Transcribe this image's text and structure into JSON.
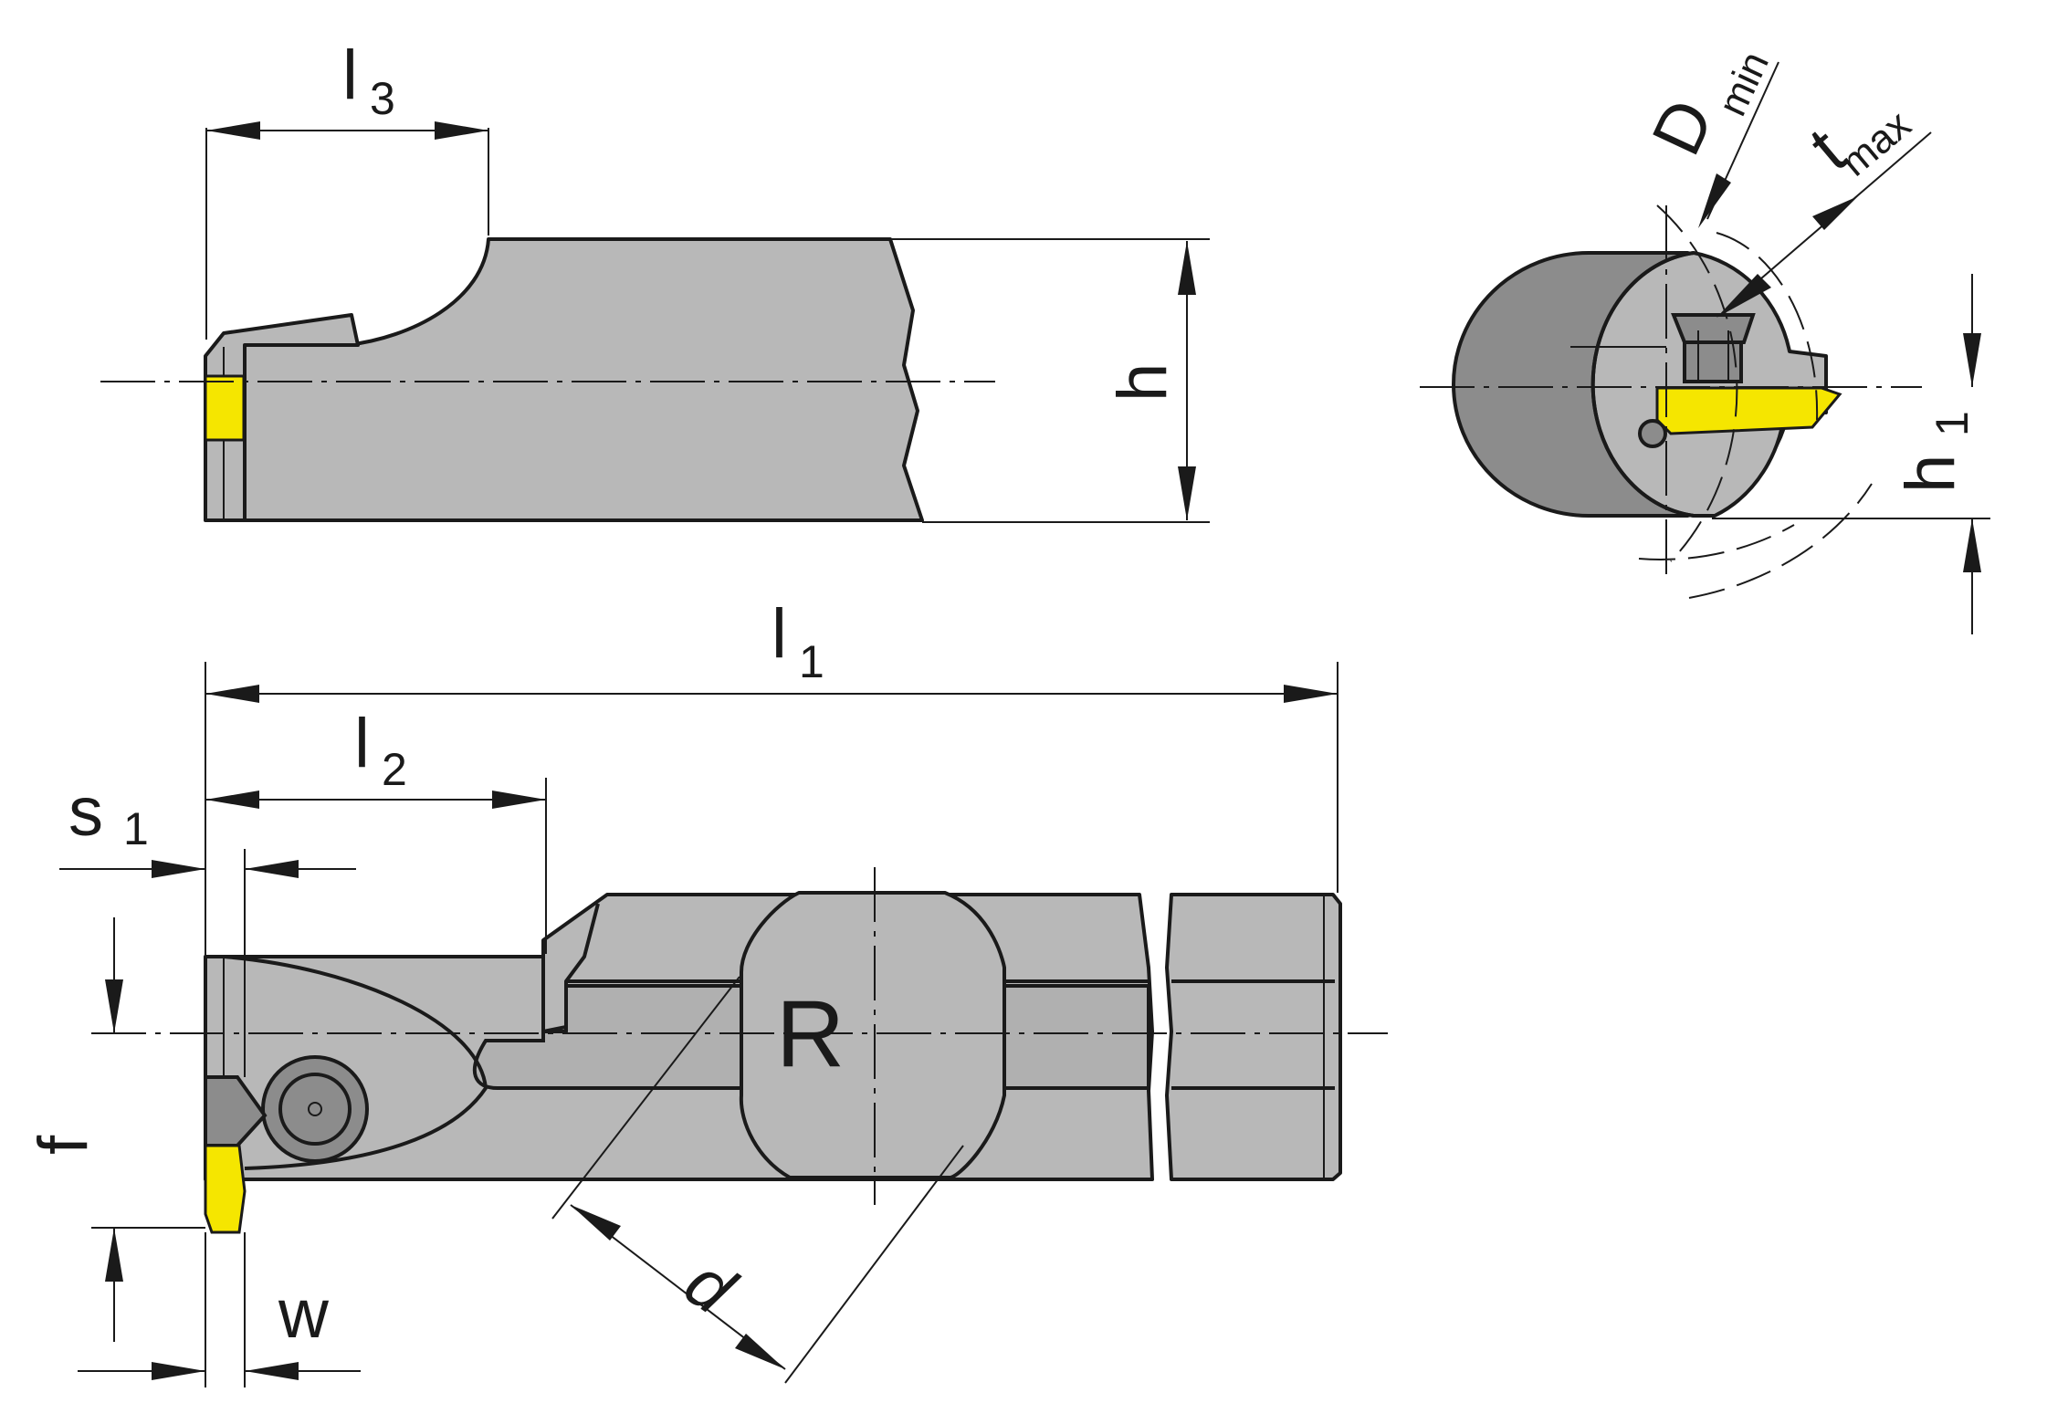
{
  "colors": {
    "body": "#b8b8b8",
    "dark": "#8c8c8c",
    "insert": "#f5e600",
    "line": "#1a1a1a"
  },
  "labels": {
    "l3": {
      "main": "l",
      "sub": "3"
    },
    "h": "h",
    "dmin": {
      "main": "D",
      "sub": "min"
    },
    "tmax": {
      "main": "t",
      "sub": "max"
    },
    "h1": {
      "main": "h",
      "sub": "1"
    },
    "l1": {
      "main": "l",
      "sub": "1"
    },
    "l2": {
      "main": "l",
      "sub": "2"
    },
    "s1": {
      "main": "s",
      "sub": "1"
    },
    "f": "f",
    "w": "w",
    "r": "R",
    "d": "d"
  }
}
